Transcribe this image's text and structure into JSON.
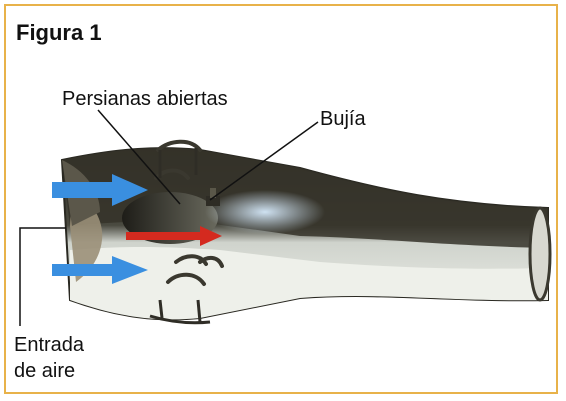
{
  "figure": {
    "title": "Figura 1",
    "labels": {
      "open_louvers": "Persianas abiertas",
      "spark_plug": "Bujía",
      "air_intake_line1": "Entrada",
      "air_intake_line2": "de aire"
    },
    "colors": {
      "border": "#e8b24a",
      "air_arrow": "#3a8fe0",
      "flame": "#d42a1f",
      "engine_dark": "#3a382f",
      "engine_light": "#e6e8e2"
    }
  }
}
